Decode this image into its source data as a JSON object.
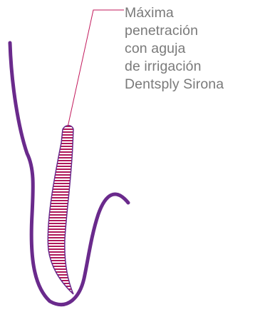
{
  "annotation": {
    "lines": [
      "Máxima",
      "penetración",
      "con aguja",
      "de irrigación",
      "Dentsply Sirona"
    ]
  },
  "colors": {
    "root_canal_outline": "#6a2a8c",
    "needle_stripes": "#b0195a",
    "leader_line": "#c2185b",
    "label_text": "#7a7a7a"
  }
}
